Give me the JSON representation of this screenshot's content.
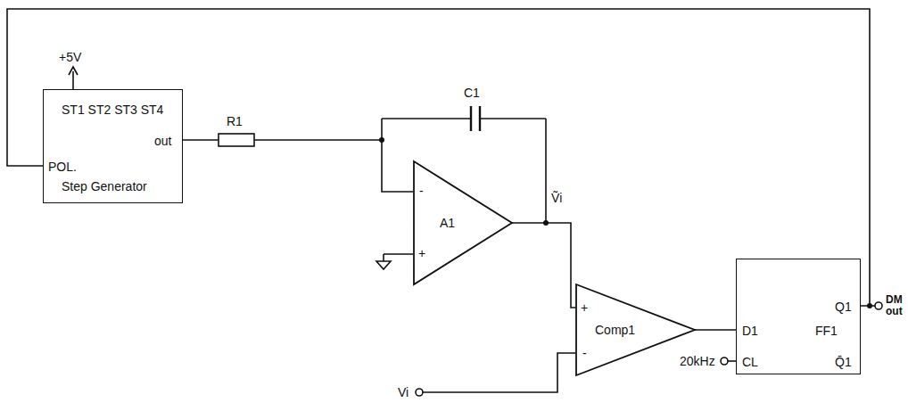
{
  "diagram": {
    "nodes": [
      {
        "text": [
          "ST1 ST2 ST3 ST4",
          "POL.",
          "Step Generator",
          "out"
        ]
      },
      {
        "text": [
          "-",
          "+",
          "A1"
        ]
      },
      {
        "text": [
          "+",
          "-",
          "Comp1"
        ]
      },
      {
        "text": [
          "D1",
          "Q1",
          "FF1",
          "CL",
          "Q̄1"
        ]
      }
    ],
    "edges": [
      {
        "from": 0,
        "to": 1,
        "arrow": "none"
      },
      {
        "from": 1,
        "to": 2,
        "arrow": "none"
      },
      {
        "from": 2,
        "to": 3,
        "arrow": "none"
      },
      {
        "from": 3,
        "to": 0,
        "arrow": "none"
      }
    ],
    "labels": [
      "+5V",
      "R1",
      "C1",
      "Ṽi",
      "Vi",
      "20kHz",
      "DM out"
    ]
  }
}
